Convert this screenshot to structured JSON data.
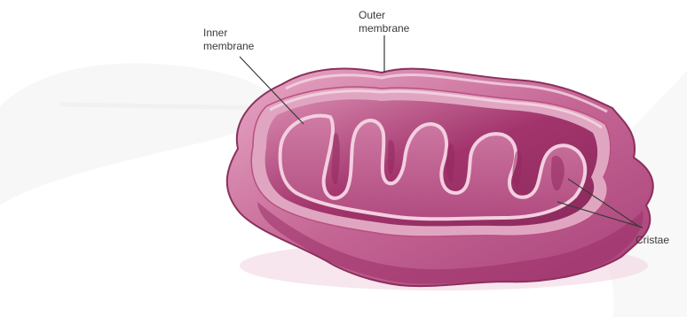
{
  "diagram": {
    "labels": {
      "inner_membrane": "Inner\nmembrane",
      "outer_membrane": "Outer\nmembrane",
      "cristae": "Cristae"
    },
    "colors": {
      "outer_membrane": "#c46594",
      "outer_membrane_edge": "#8c2f5b",
      "inter_membrane_space": "#e0a6c1",
      "matrix": "#a2346c",
      "matrix_light": "#cf7ba4",
      "inner_membrane": "#f3cfe0",
      "shadow": "#f2d6e3",
      "background_watermark": "#f1f1f1",
      "leader_line": "#3a3a3a"
    }
  }
}
